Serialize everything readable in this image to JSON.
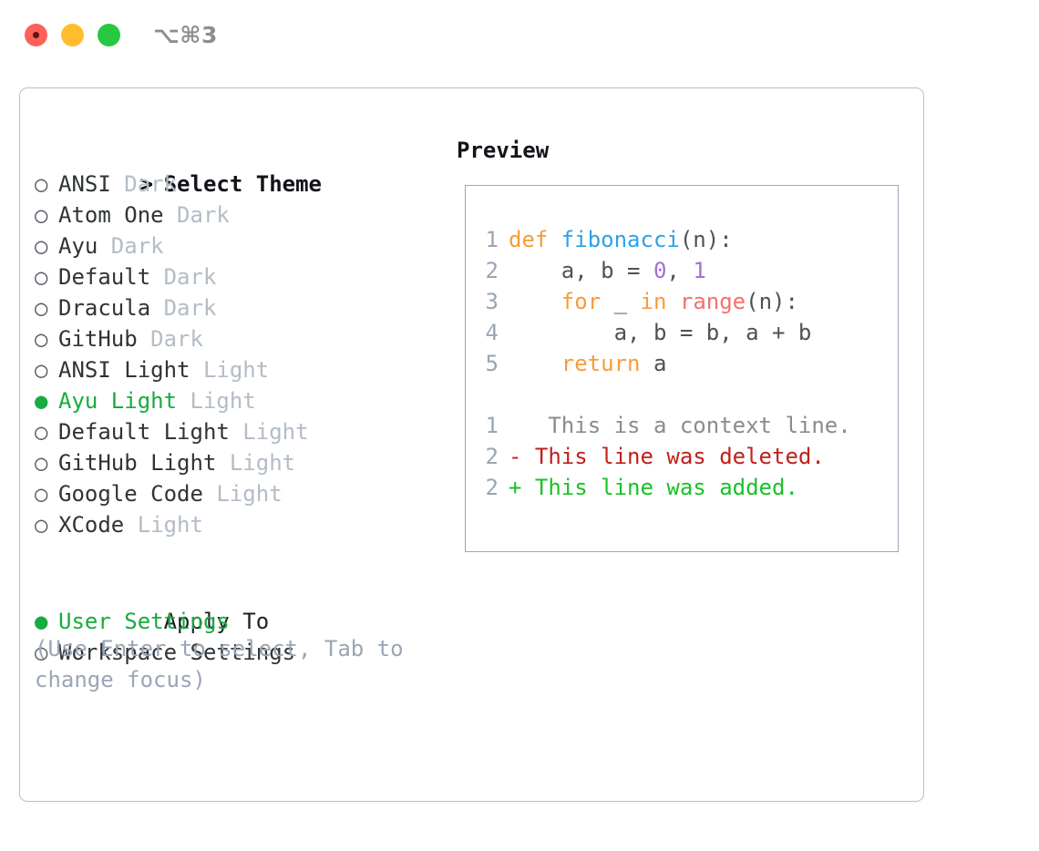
{
  "titlebar": {
    "shortcut": "⌥⌘3",
    "buttons": {
      "close": "close",
      "minimize": "minimize",
      "maximize": "maximize"
    }
  },
  "theme_list": {
    "header": "> Select Theme",
    "header_caret": ">",
    "header_label": "Select Theme",
    "bullet_off": "○",
    "bullet_on": "●",
    "items": [
      {
        "bullet": "○",
        "name": "ANSI",
        "tag": "Dark",
        "selected": false
      },
      {
        "bullet": "○",
        "name": "Atom One",
        "tag": "Dark",
        "selected": false
      },
      {
        "bullet": "○",
        "name": "Ayu",
        "tag": "Dark",
        "selected": false
      },
      {
        "bullet": "○",
        "name": "Default",
        "tag": "Dark",
        "selected": false
      },
      {
        "bullet": "○",
        "name": "Dracula",
        "tag": "Dark",
        "selected": false
      },
      {
        "bullet": "○",
        "name": "GitHub",
        "tag": "Dark",
        "selected": false
      },
      {
        "bullet": "○",
        "name": "ANSI Light",
        "tag": "Light",
        "selected": false
      },
      {
        "bullet": "●",
        "name": "Ayu Light",
        "tag": "Light",
        "selected": true
      },
      {
        "bullet": "○",
        "name": "Default Light",
        "tag": "Light",
        "selected": false
      },
      {
        "bullet": "○",
        "name": "GitHub Light",
        "tag": "Light",
        "selected": false
      },
      {
        "bullet": "○",
        "name": "Google Code",
        "tag": "Light",
        "selected": false
      },
      {
        "bullet": "○",
        "name": "XCode",
        "tag": "Light",
        "selected": false
      }
    ]
  },
  "apply_to": {
    "header": "Apply To",
    "items": [
      {
        "bullet": "●",
        "name": "User Settings",
        "selected": true
      },
      {
        "bullet": "○",
        "name": "Workspace Settings",
        "selected": false
      }
    ]
  },
  "hint": "(Use Enter to select, Tab to change focus)",
  "preview": {
    "title": "Preview",
    "code_lines": [
      {
        "number": "1",
        "tokens": [
          {
            "text": "def ",
            "kind": "kw"
          },
          {
            "text": "fibonacci",
            "kind": "fn"
          },
          {
            "text": "(n):",
            "kind": "pl"
          }
        ]
      },
      {
        "number": "2",
        "tokens": [
          {
            "text": "    a, b = ",
            "kind": "pl"
          },
          {
            "text": "0",
            "kind": "num"
          },
          {
            "text": ", ",
            "kind": "pl"
          },
          {
            "text": "1",
            "kind": "num"
          }
        ]
      },
      {
        "number": "3",
        "tokens": [
          {
            "text": "    ",
            "kind": "pl"
          },
          {
            "text": "for",
            "kind": "kw"
          },
          {
            "text": " _ ",
            "kind": "pl"
          },
          {
            "text": "in",
            "kind": "kw"
          },
          {
            "text": " ",
            "kind": "pl"
          },
          {
            "text": "range",
            "kind": "bi"
          },
          {
            "text": "(n):",
            "kind": "pl"
          }
        ]
      },
      {
        "number": "4",
        "tokens": [
          {
            "text": "        a, b = b, a + b",
            "kind": "pl"
          }
        ]
      },
      {
        "number": "5",
        "tokens": [
          {
            "text": "    ",
            "kind": "pl"
          },
          {
            "text": "return",
            "kind": "kw"
          },
          {
            "text": " a",
            "kind": "pl"
          }
        ]
      }
    ],
    "diff_lines": [
      {
        "number": "1",
        "marker": " ",
        "text": "  This is a context line.",
        "kind": "ctx"
      },
      {
        "number": "2",
        "marker": "-",
        "text": " This line was deleted.",
        "kind": "del"
      },
      {
        "number": "2",
        "marker": "+",
        "text": " This line was added.",
        "kind": "add"
      }
    ]
  },
  "colors": {
    "accent_green": "#18ab3f",
    "muted_gray": "#b3bcc7",
    "hint_gray": "#9aa6b6",
    "keyword_orange": "#f99b36",
    "function_blue": "#2aa3e8",
    "number_purple": "#a46fd6",
    "builtin_salmon": "#f4716e",
    "diff_delete_red": "#c0201a",
    "diff_add_green": "#18c226",
    "panel_border": "#b6bfcc",
    "preview_border": "#9aa8b8"
  }
}
